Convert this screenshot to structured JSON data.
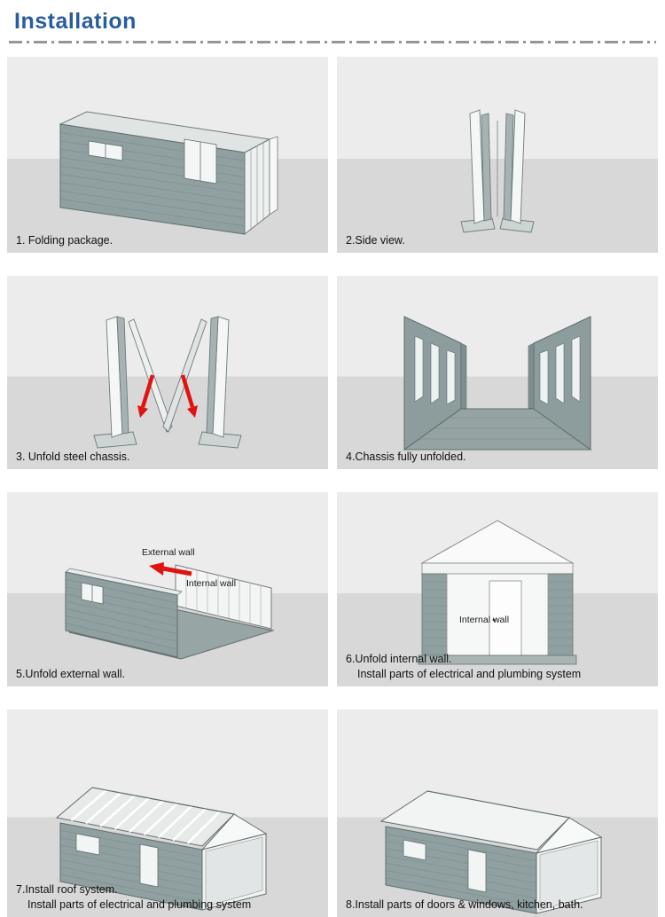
{
  "page": {
    "title": "Installation"
  },
  "colors": {
    "title_blue": "#2a5d9e",
    "arrow_red": "#e01212",
    "wall_gray": "#90a0a0",
    "panel_bg_top": "#ececec",
    "panel_bg_bottom": "#d8d8d8"
  },
  "panels": [
    {
      "caption": "1. Folding package."
    },
    {
      "caption": "2.Side view."
    },
    {
      "caption": "3. Unfold steel chassis."
    },
    {
      "caption": "4.Chassis fully unfolded."
    },
    {
      "caption": "5.Unfold external wall.",
      "labels": {
        "external_wall": "External wall",
        "internal_wall": "Internal wall"
      }
    },
    {
      "caption": "6.Unfold internal wall.",
      "caption_line2": "Install parts of electrical and plumbing system",
      "labels": {
        "internal_wall": "Internal wall"
      }
    },
    {
      "caption": "7.Install roof system.",
      "caption_line2": "Install parts of electrical and plumbing system"
    },
    {
      "caption": "8.Install parts of doors & windows, kitchen, bath."
    }
  ]
}
